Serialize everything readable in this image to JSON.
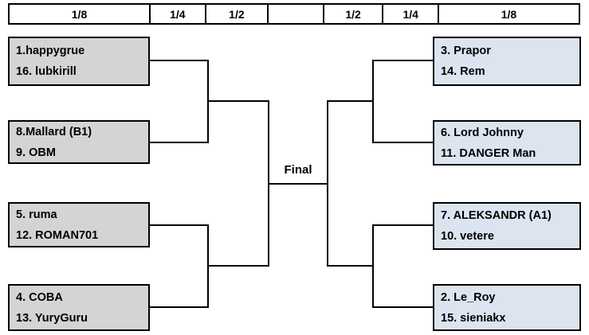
{
  "header": {
    "columns": [
      {
        "label": "1/8",
        "side": "left"
      },
      {
        "label": "1/4",
        "side": "left"
      },
      {
        "label": "1/2",
        "side": "left"
      },
      {
        "label": "",
        "side": "center"
      },
      {
        "label": "1/2",
        "side": "right"
      },
      {
        "label": "1/4",
        "side": "right"
      },
      {
        "label": "1/8",
        "side": "right"
      }
    ]
  },
  "final": {
    "label": "Final"
  },
  "colors": {
    "left_box_fill": "#d4d4d4",
    "right_box_fill": "#dce4f0",
    "border": "#000000",
    "background": "#ffffff",
    "text": "#000000"
  },
  "bracket": {
    "left": {
      "matches": [
        {
          "top": "1.happygrue",
          "bottom": "16. lubkirill"
        },
        {
          "top": "8.Mallard (B1)",
          "bottom": "9.  OBM"
        },
        {
          "top": "5. ruma",
          "bottom": "12. ROMAN701"
        },
        {
          "top": "4. COBA",
          "bottom": "13. YuryGuru"
        }
      ]
    },
    "right": {
      "matches": [
        {
          "top": "3. Prapor",
          "bottom": "14. Rem"
        },
        {
          "top": "6. Lord Johnny",
          "bottom": "11. DANGER Man"
        },
        {
          "top": "7. ALEKSANDR (A1)",
          "bottom": "10. vetere"
        },
        {
          "top": "2. Le_Roy",
          "bottom": "15. sieniakx"
        }
      ]
    }
  }
}
